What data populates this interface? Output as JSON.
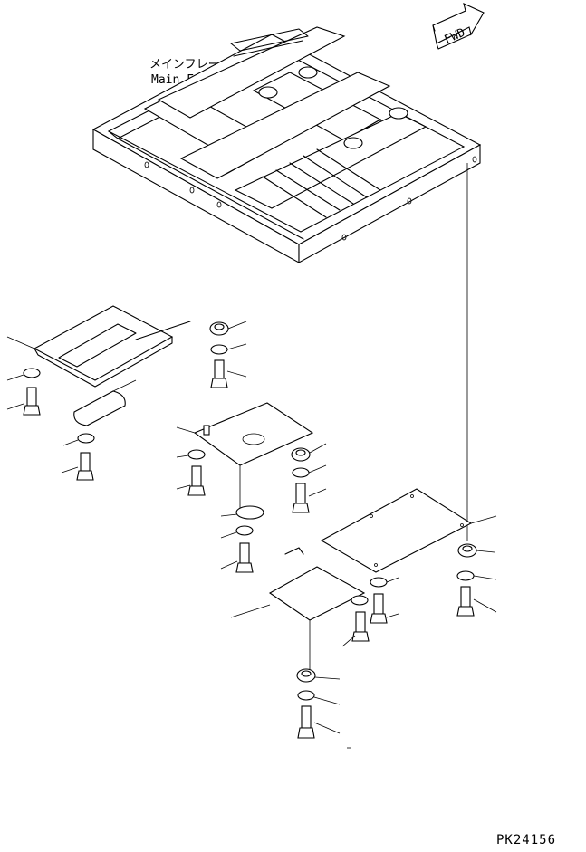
{
  "labels": {
    "main_frame_jp": "メインフレーム",
    "main_frame_en": "Main Frame",
    "fwd": "FWD",
    "drawing_code": "PK24156"
  }
}
